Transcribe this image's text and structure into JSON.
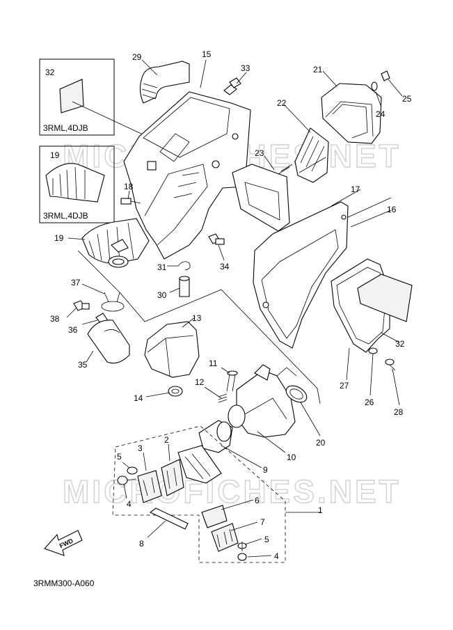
{
  "diagram_code": "3RMM300-A060",
  "watermark": "MICROFICHES.NET",
  "fwd_label": "FWD",
  "inset_boxes": [
    {
      "id": "box-32",
      "part": "32",
      "models": "3RML,4DJB"
    },
    {
      "id": "box-19",
      "part": "19",
      "models": "3RML,4DJB"
    }
  ],
  "callouts": [
    "1",
    "2",
    "3",
    "4",
    "4",
    "5",
    "5",
    "6",
    "7",
    "8",
    "9",
    "10",
    "11",
    "12",
    "13",
    "14",
    "15",
    "16",
    "17",
    "18",
    "19",
    "20",
    "21",
    "22",
    "23",
    "24",
    "25",
    "26",
    "27",
    "28",
    "29",
    "30",
    "31",
    "32",
    "33",
    "34",
    "35",
    "36",
    "37",
    "38"
  ]
}
